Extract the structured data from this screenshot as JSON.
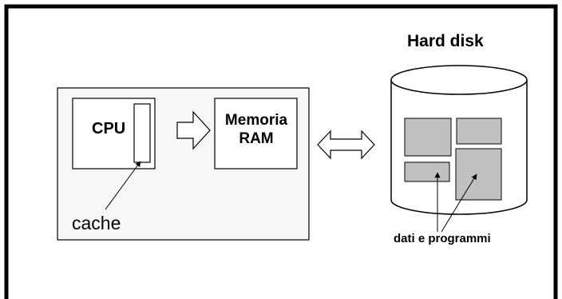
{
  "title": "Hard disk",
  "cpu": {
    "label": "CPU"
  },
  "cache": {
    "label": "cache"
  },
  "ram": {
    "line1": "Memoria",
    "line2": "RAM"
  },
  "disk": {
    "content_label": "dati e programmi"
  },
  "colors": {
    "frame": "#000000",
    "background": "#ffffff",
    "computer_box": "#f7f7f7",
    "block_fill": "#c0c0c0",
    "stroke": "#000000"
  }
}
